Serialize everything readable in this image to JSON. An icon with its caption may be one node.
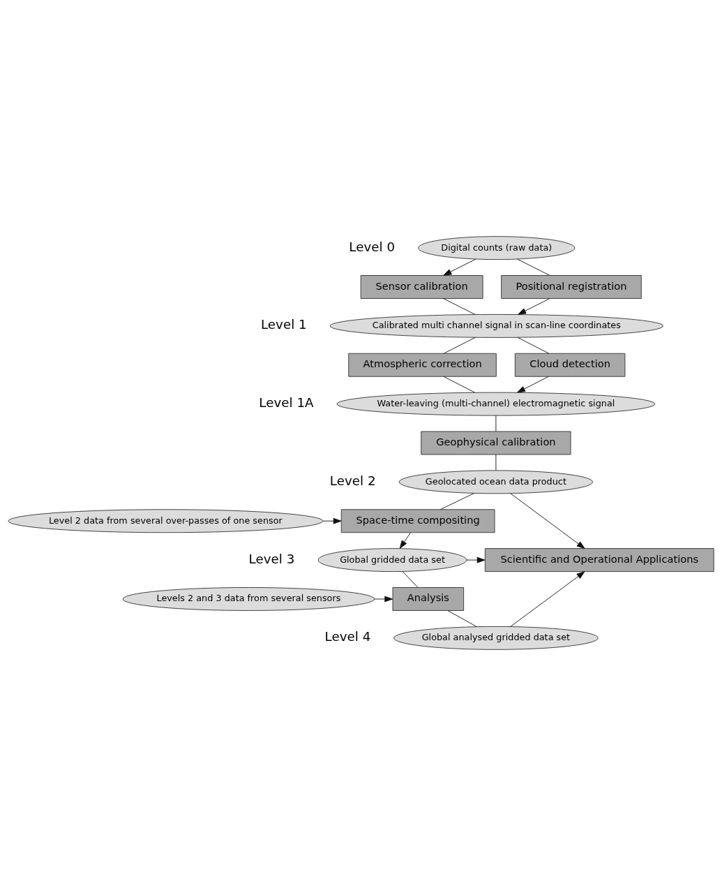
{
  "diagram": {
    "nodes": [
      {
        "text": [
          "Digital counts (raw data)"
        ],
        "beside": [
          "Level 0"
        ]
      },
      {
        "text": [
          "Sensor calibration"
        ]
      },
      {
        "text": [
          "Positional registration"
        ]
      },
      {
        "text": [
          "Calibrated multi channel signal in scan-line coordinates"
        ],
        "beside": [
          "Level 1"
        ]
      },
      {
        "text": [
          "Atmospheric correction"
        ]
      },
      {
        "text": [
          "Cloud detection"
        ]
      },
      {
        "text": [
          "Water-leaving (multi-channel) electromagnetic signal"
        ],
        "beside": [
          "Level 1A"
        ]
      },
      {
        "text": [
          "Geophysical calibration"
        ]
      },
      {
        "text": [
          "Geolocated ocean data product"
        ],
        "beside": [
          "Level 2"
        ]
      },
      {
        "text": [
          "Level 2 data from several over-passes of one sensor"
        ]
      },
      {
        "text": [
          "Space-time compositing"
        ]
      },
      {
        "text": [
          "Global gridded data set"
        ],
        "beside": [
          "Level 3"
        ]
      },
      {
        "text": [
          "Scientific and Operational Applications"
        ]
      },
      {
        "text": [
          "Levels 2 and 3 data from several sensors"
        ]
      },
      {
        "text": [
          "Analysis"
        ]
      },
      {
        "text": [
          "Global analysed gridded data set"
        ],
        "beside": [
          "Level 4"
        ]
      }
    ],
    "edges": [
      {
        "from": 0,
        "to": 1,
        "arrow": "to"
      },
      {
        "from": 1,
        "to": 3,
        "arrow": "none"
      },
      {
        "from": 0,
        "to": 2,
        "arrow": "none"
      },
      {
        "from": 2,
        "to": 3,
        "arrow": "to"
      },
      {
        "from": 3,
        "to": 4,
        "arrow": "none"
      },
      {
        "from": 3,
        "to": 5,
        "arrow": "none"
      },
      {
        "from": 4,
        "to": 6,
        "arrow": "none"
      },
      {
        "from": 5,
        "to": 6,
        "arrow": "to"
      },
      {
        "from": 6,
        "to": 7,
        "arrow": "none"
      },
      {
        "from": 7,
        "to": 8,
        "arrow": "none"
      },
      {
        "from": 8,
        "to": 12,
        "arrow": "to"
      },
      {
        "from": 8,
        "to": 10,
        "arrow": "none"
      },
      {
        "from": 9,
        "to": 10,
        "arrow": "to"
      },
      {
        "from": 10,
        "to": 11,
        "arrow": "to"
      },
      {
        "from": 11,
        "to": 12,
        "arrow": "to"
      },
      {
        "from": 11,
        "to": 14,
        "arrow": "none"
      },
      {
        "from": 13,
        "to": 14,
        "arrow": "to"
      },
      {
        "from": 14,
        "to": 15,
        "arrow": "none"
      },
      {
        "from": 15,
        "to": 12,
        "arrow": "to"
      }
    ]
  }
}
